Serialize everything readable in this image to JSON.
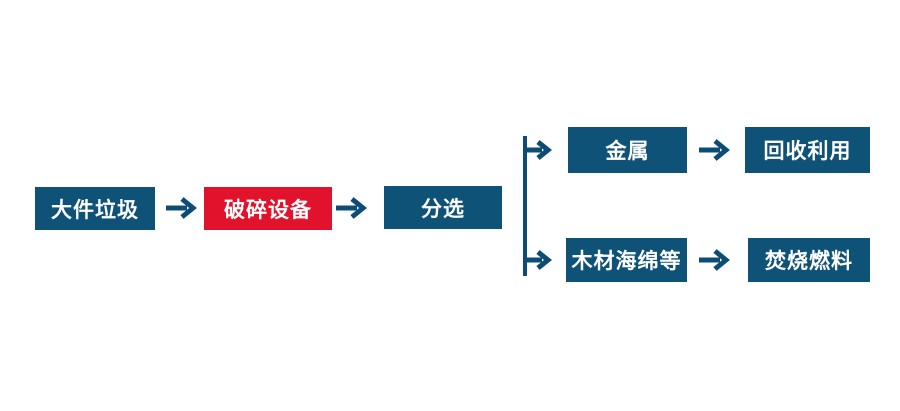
{
  "flowchart": {
    "nodes": {
      "bulky_waste": {
        "label": "大件垃圾",
        "style": "primary"
      },
      "crushing_equipment": {
        "label": "破碎设备",
        "style": "highlight"
      },
      "sorting": {
        "label": "分选",
        "style": "primary"
      },
      "metal": {
        "label": "金属",
        "style": "primary"
      },
      "recycling": {
        "label": "回收利用",
        "style": "primary"
      },
      "wood_sponge_etc": {
        "label": "木材海绵等",
        "style": "primary"
      },
      "incineration_fuel": {
        "label": "焚烧燃料",
        "style": "primary"
      }
    },
    "edges": [
      {
        "from": "bulky_waste",
        "to": "crushing_equipment"
      },
      {
        "from": "crushing_equipment",
        "to": "sorting"
      },
      {
        "from": "sorting",
        "to": "metal"
      },
      {
        "from": "sorting",
        "to": "wood_sponge_etc"
      },
      {
        "from": "metal",
        "to": "recycling"
      },
      {
        "from": "wood_sponge_etc",
        "to": "incineration_fuel"
      }
    ],
    "colors": {
      "node_blue": "#0F5278",
      "node_red": "#E1122B",
      "arrow_blue": "#0D4C75",
      "text_white": "#FFFFFF",
      "background": "#FFFFFF"
    }
  }
}
